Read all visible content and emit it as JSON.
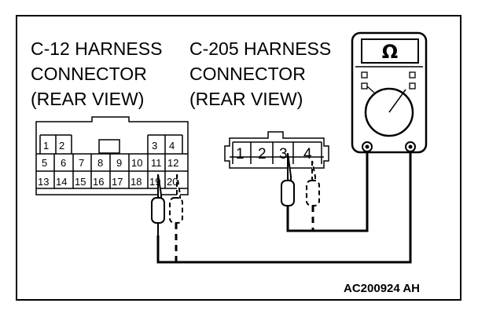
{
  "labels": {
    "c12": [
      "C-12 HARNESS",
      "CONNECTOR",
      "(REAR VIEW)"
    ],
    "c205": [
      "C-205 HARNESS",
      "CONNECTOR",
      "(REAR VIEW)"
    ],
    "ref_code": "AC200924 AH"
  },
  "c12_pins": {
    "row1": [
      "1",
      "2",
      "3",
      "4"
    ],
    "row2": [
      "5",
      "6",
      "7",
      "8",
      "9",
      "10",
      "11",
      "12"
    ],
    "row3": [
      "13",
      "14",
      "15",
      "16",
      "17",
      "18",
      "19",
      "20"
    ]
  },
  "c205_pins": [
    "1",
    "2",
    "3",
    "4"
  ],
  "meter": {
    "symbol": "Ω"
  },
  "icons": {
    "meter": "ohmmeter-icon",
    "probe": "test-probe-icon"
  }
}
